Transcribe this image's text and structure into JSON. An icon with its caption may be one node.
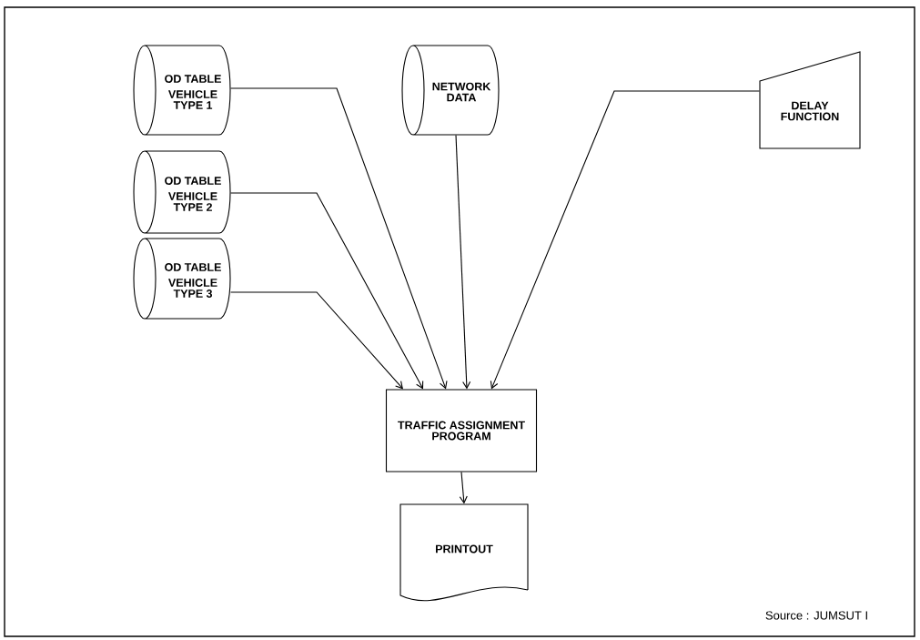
{
  "diagram": {
    "nodes": [
      {
        "text": [
          "OD TABLE",
          "VEHICLE TYPE 1"
        ]
      },
      {
        "text": [
          "OD TABLE",
          "VEHICLE TYPE 2"
        ]
      },
      {
        "text": [
          "OD TABLE",
          "VEHICLE TYPE 3"
        ]
      },
      {
        "text": [
          "NETWORK DATA"
        ]
      },
      {
        "text": [
          "DELAY FUNCTION"
        ]
      },
      {
        "text": [
          "TRAFFIC ASSIGNMENT PROGRAM"
        ]
      },
      {
        "text": [
          "PRINTOUT"
        ]
      }
    ],
    "edges": [
      {
        "from": 0,
        "to": 5,
        "arrow": "to"
      },
      {
        "from": 1,
        "to": 5,
        "arrow": "to"
      },
      {
        "from": 2,
        "to": 5,
        "arrow": "to"
      },
      {
        "from": 3,
        "to": 5,
        "arrow": "to"
      },
      {
        "from": 4,
        "to": 5,
        "arrow": "to"
      },
      {
        "from": 5,
        "to": 6,
        "arrow": "to"
      }
    ],
    "labels": [
      "Source : JUMSUT I"
    ]
  }
}
